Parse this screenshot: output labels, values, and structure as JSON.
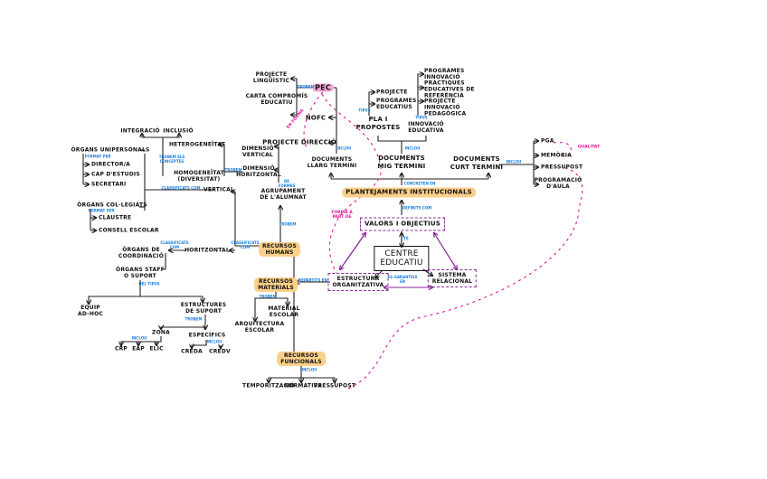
{
  "nodes": {
    "integracio": "INTEGRACIÓ",
    "inclusio": "INCLUSIÓ",
    "heterogeneitat": "HETEROGENEÏTAT",
    "homogeneitat": "HOMOGENEÏTAT\n(DIVERSITAT)",
    "organs_unipersonals": "ÒRGANS UNIPERSONALS",
    "directora": "DIRECTOR/A",
    "cap_estudis": "CAP D'ESTUDIS",
    "secretari": "SECRETARI",
    "organs_collegiats": "ÒRGANS COL·LEGIATS",
    "claustre": "CLAUSTRE",
    "consell_escolar": "CONSELL ESCOLAR",
    "vertical": "VERTICAL",
    "horitzontal": "HORITZONTAL",
    "organs_coordinacio": "ÒRGANS DE\nCOORDINACIÓ",
    "organs_staff": "ÒRGANS STAFF\nO SUPORT",
    "equip_adhoc": "EQUIP\nAD-HOC",
    "estructures_suport": "ESTRUCTURES\nDE SUPORT",
    "zona": "ZONA",
    "crp": "CRP",
    "eap": "EAP",
    "elic": "ELIC",
    "especifics": "ESPECÍFICS",
    "creda": "CREDA",
    "credv": "CREDV",
    "dimensio_vertical": "DIMENSIÓ\nVERTICAL",
    "dimensio_horitzontal": "DIMENSIÓ\nHORITZONTAL",
    "agrupament": "AGRUPAMENT\nDE L'ALUMNAT",
    "recursos_humans": "RECURSOS\nHUMANS",
    "recursos_materials": "RECURSOS\nMATERIALS",
    "material_escolar": "MATERIAL\nESCOLAR",
    "arquitectura_escolar": "ARQUITECTURA\nESCOLAR",
    "recursos_funcionals": "RECURSOS\nFUNCIONALS",
    "temporitzacio": "TEMPORITZACIÓ",
    "normativa": "NORMATIVA",
    "pressupost_f": "PRESSUPOST",
    "projecte_linguistic": "PROJECTE\nLINGÜÍSTIC",
    "carta_compromis": "CARTA COMPROMÍS\nEDUCATIU",
    "pec": "PEC",
    "nofc": "NOFC",
    "projecte_direccio": "PROJECTE DIRECCIÓ",
    "docs_llarg": "DOCUMENTS\nLLARG TERMINI",
    "pla_propostes": "PLA I\nPROPOSTES",
    "projecte": "PROJECTE",
    "programes_educatius": "PROGRAMES\nEDUCATIUS",
    "programes_innovacio": "PROGRAMES\nINNOVACIÓ",
    "practiques": "PRÀCTIQUES\nEDUCATIVES DE\nREFERÈNCIA",
    "projecte_innovacio": "PROJECTE\nINNOVACIÓ\nPEDAGÒGICA",
    "innovacio_educativa": "INNOVACIÓ\nEDUCATIVA",
    "docs_mig": "DOCUMENTS\nMIG TERMINI",
    "docs_curt": "DOCUMENTS\nCURT TERMINI",
    "pga": "PGA",
    "memoria": "MEMÒRIA",
    "pressupost": "PRESSUPOST",
    "programacio_aula": "PROGRAMACIÓ\nD'AULA",
    "plantejaments": "PLANTEJAMENTS INSTITUCIONALS",
    "valors": "VALORS I OBJECTIUS",
    "centre": "CENTRE\nEDUCATIU",
    "estructura": "ESTRUCTURA\nORGANITZATIVA",
    "sistema": "SISTEMA\nRELACIONAL"
  },
  "links": {
    "trobem_conceptes": "TROBEM ELS\nCONCEPTES",
    "format_per_1": "FORMAT PER",
    "format_per_2": "FORMAT PER",
    "classificats_1": "CLASSIFICATS COM",
    "classificats_2": "CLASSIFICATS\nCOM",
    "classificats_3": "CLASSIFICATS\nCOM",
    "del_tipus": "DEL TIPUS",
    "trobem_1": "TROBEM",
    "inclou_1": "INCLOU",
    "inclou_2": "INCLOU",
    "trobem_2": "TROBEM",
    "inclou_3": "INCLOU",
    "trobem_3": "TROBEM",
    "de_formes": "DE\nFORMES",
    "trobem_4": "TROBEM",
    "inclou_llarg": "INCLOU",
    "tipus_1": "TIPUS",
    "tipus_2": "TIPUS",
    "inclou_mig": "INCLOU",
    "inclou_curt": "INCLOU",
    "concreten": "CONCRETEN EN",
    "definits": "DEFINITS COM",
    "te": "TÉ",
    "repartits": "REPARTITS EN",
    "garanteix": "ES GARANTEIX\nEN",
    "trobem_5": "TROBEM"
  },
  "annotations": {
    "en_forma": "EN FORMA",
    "forma_part": "FORMA A\nPART DE",
    "qualitat": "QUALITAT"
  },
  "colors": {
    "link_text": "#1a7fe0",
    "annotation": "#e0189a",
    "highlight": "#fbd08a",
    "dashed_box": "#8a2a9a"
  }
}
